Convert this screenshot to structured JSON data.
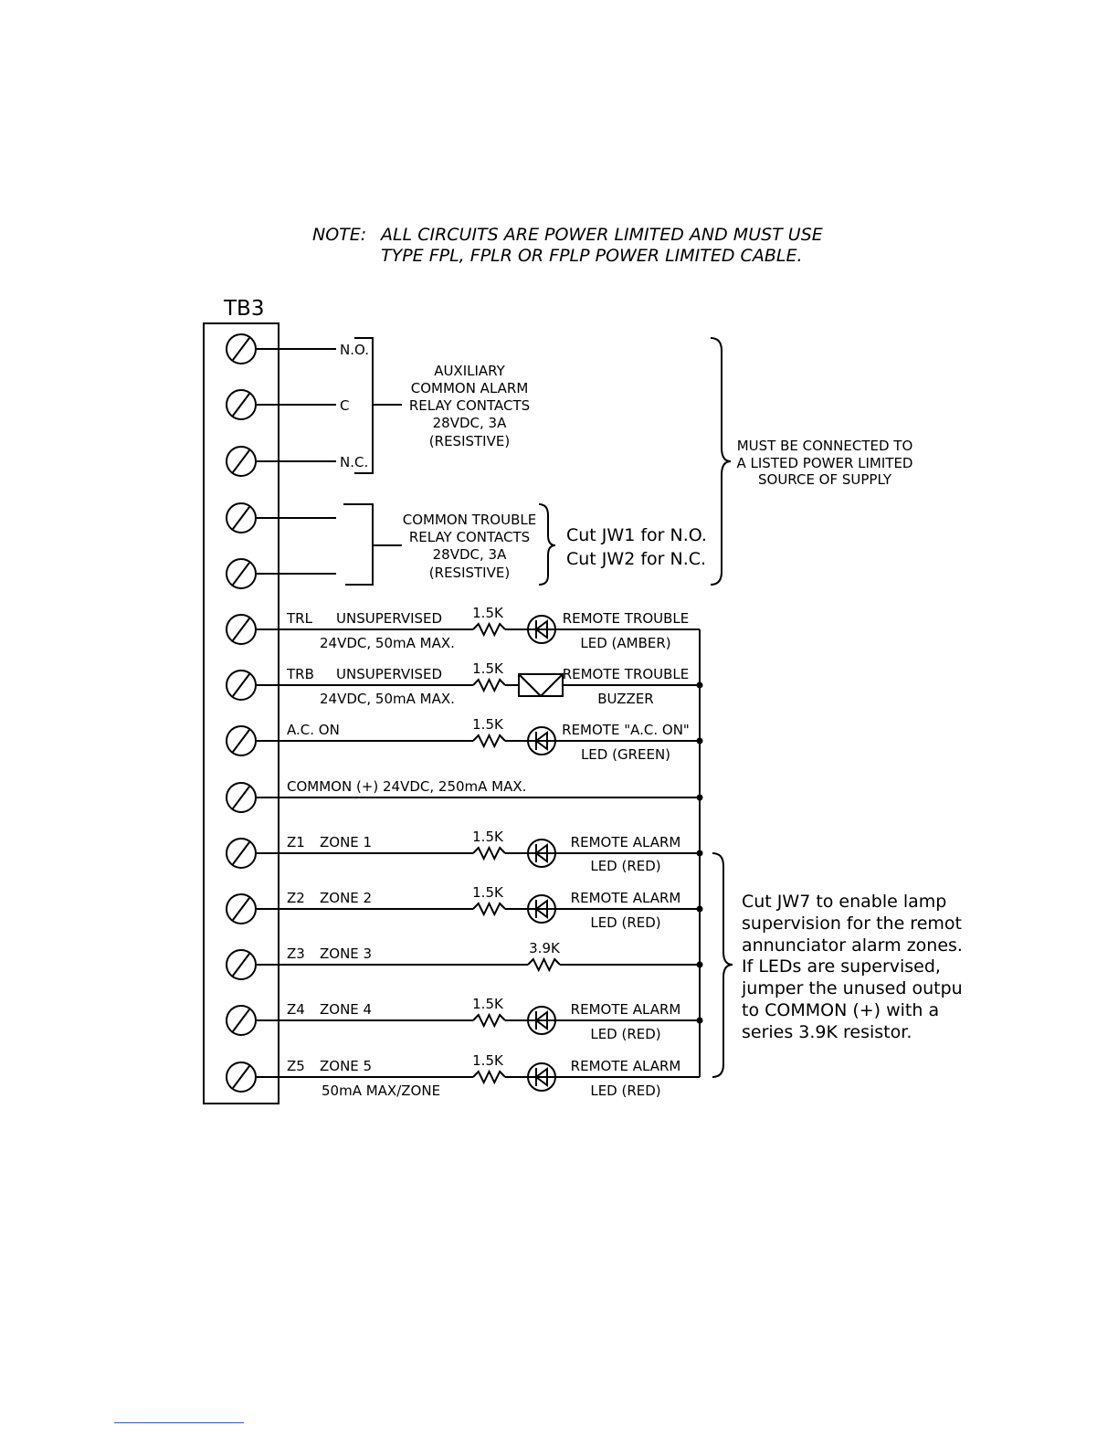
{
  "note": {
    "prefix": "NOTE:",
    "line1": "ALL  CIRCUITS  ARE  POWER  LIMITED  AND  MUST  USE",
    "line2": "TYPE  FPL,  FPLR  OR  FPLP  POWER  LIMITED  CABLE."
  },
  "terminal_block": {
    "name": "TB3"
  },
  "aux_relay": {
    "no": "N.O.",
    "c": "C",
    "nc": "N.C.",
    "lines": [
      "AUXILIARY",
      "COMMON  ALARM",
      "RELAY  CONTACTS",
      "28VDC,  3A",
      "(RESISTIVE)"
    ]
  },
  "trouble_relay": {
    "lines": [
      "COMMON  TROUBLE",
      "RELAY  CONTACTS",
      "28VDC,  3A",
      "(RESISTIVE)"
    ],
    "jumpers": [
      "Cut  JW1  for  N.O.",
      "Cut  JW2  for  N.C."
    ]
  },
  "power_note": [
    "MUST  BE  CONNECTED  TO",
    "A  LISTED  POWER  LIMITED",
    "SOURCE  OF  SUPPLY"
  ],
  "circuits": {
    "trl": {
      "code": "TRL",
      "desc": "UNSUPERVISED",
      "rating": "24VDC,  50mA  MAX.",
      "resistor": "1.5K",
      "device1": "REMOTE  TROUBLE",
      "device2": "LED  (AMBER)"
    },
    "trb": {
      "code": "TRB",
      "desc": "UNSUPERVISED",
      "rating": "24VDC,  50mA  MAX.",
      "resistor": "1.5K",
      "device1": "REMOTE  TROUBLE",
      "device2": "BUZZER"
    },
    "ac": {
      "code": "A.C.  ON",
      "resistor": "1.5K",
      "device1": "REMOTE  \"A.C.  ON\"",
      "device2": "LED  (GREEN)"
    },
    "common": {
      "label": "COMMON  (+)    24VDC,  250mA  MAX."
    },
    "z1": {
      "code": "Z1",
      "desc": "ZONE  1",
      "resistor": "1.5K",
      "device1": "REMOTE  ALARM",
      "device2": "LED  (RED)"
    },
    "z2": {
      "code": "Z2",
      "desc": "ZONE  2",
      "resistor": "1.5K",
      "device1": "REMOTE  ALARM",
      "device2": "LED  (RED)"
    },
    "z3": {
      "code": "Z3",
      "desc": "ZONE  3",
      "resistor": "3.9K"
    },
    "z4": {
      "code": "Z4",
      "desc": "ZONE  4",
      "resistor": "1.5K",
      "device1": "REMOTE  ALARM",
      "device2": "LED  (RED)"
    },
    "z5": {
      "code": "Z5",
      "desc": "ZONE  5",
      "rating": "50mA  MAX/ZONE",
      "resistor": "1.5K",
      "device1": "REMOTE  ALARM",
      "device2": "LED  (RED)"
    }
  },
  "jw7_note": [
    "Cut  JW7  to  enable  lamp",
    "supervision  for  the  remot",
    "annunciator  alarm  zones.",
    "If  LEDs  are  supervised,",
    "jumper  the  unused  outpu",
    "to  COMMON  (+)  with  a",
    "series  3.9K  resistor."
  ]
}
